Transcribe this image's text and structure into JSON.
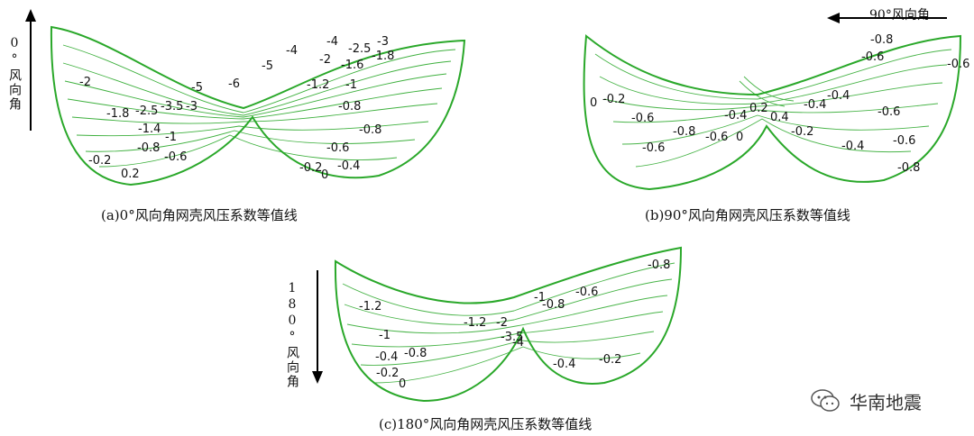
{
  "panels": [
    {
      "id": "a",
      "caption": "(a)0°风向角网壳风压系数等值线",
      "direction_label": "0°风向角",
      "values": [
        "-2",
        "-1.8",
        "-2.5",
        "-3.5",
        "-3",
        "-1.4",
        "-1",
        "-0.8",
        "-0.6",
        "-0.2",
        "0.2",
        "-5",
        "-6",
        "-5",
        "-4",
        "-4",
        "-2.5",
        "-3",
        "-2",
        "-1.8",
        "-1.6",
        "-1.2",
        "-1",
        "-0.8",
        "-0.8",
        "-0.6",
        "-0.4",
        "-0.2",
        "0"
      ]
    },
    {
      "id": "b",
      "caption": "(b)90°风向角网壳风压系数等值线",
      "direction_label": "90°风向角",
      "values": [
        "-0.8",
        "-0.6",
        "-0.6",
        "0",
        "-0.2",
        "-0.6",
        "-0.8",
        "-0.6",
        "-0.6",
        "-0.4",
        "0",
        "0.2",
        "0.4",
        "-0.4",
        "-0.2",
        "-0.4",
        "-0.6",
        "-0.4",
        "-0.6",
        "-0.8"
      ]
    },
    {
      "id": "c",
      "caption": "(c)180°风向角网壳风压系数等值线",
      "direction_label": "180°风向角",
      "values": [
        "-0.8",
        "-0.6",
        "-1.2",
        "-1",
        "-0.8",
        "-1.2",
        "-2",
        "-3.5",
        "-4",
        "-1",
        "-0.4",
        "-0.8",
        "-0.2",
        "0",
        "-0.4",
        "-0.2"
      ]
    }
  ],
  "watermark": {
    "text": "华南地震",
    "icon": "wechat-icon"
  },
  "colors": {
    "contour": "#2aa82a",
    "text": "#111111"
  }
}
